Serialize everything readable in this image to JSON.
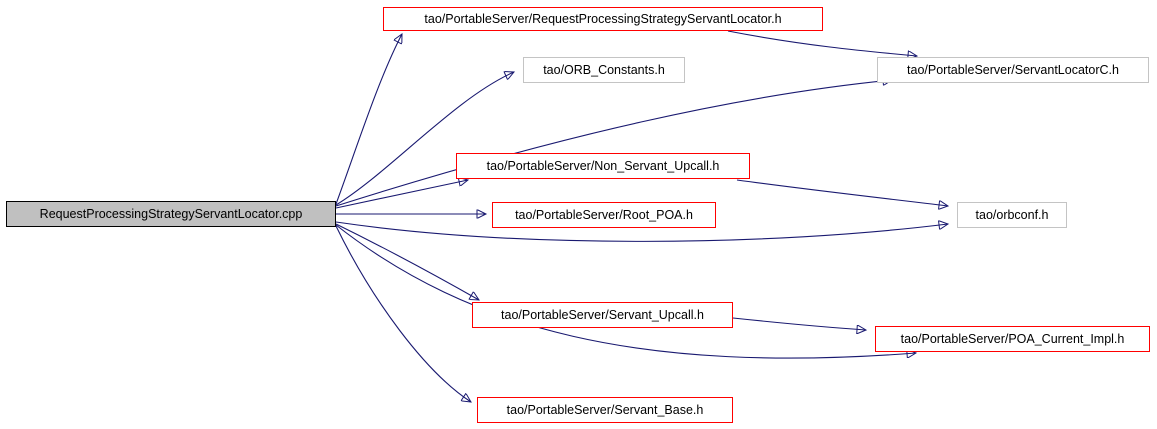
{
  "diagram": {
    "type": "include-dependency-graph",
    "background_color": "#ffffff",
    "edge_color": "#191970",
    "node_colors": {
      "main_fill": "#c0c0c0",
      "main_border": "#000000",
      "truncated_border": "#ff0000",
      "plain_border": "#c4c4c4",
      "node_fill": "#ffffff",
      "text": "#000000"
    },
    "nodes": {
      "main_cpp": {
        "label": "RequestProcessingStrategyServantLocator.cpp"
      },
      "rps_servant_locator_h": {
        "label": "tao/PortableServer/RequestProcessingStrategyServantLocator.h"
      },
      "orb_constants_h": {
        "label": "tao/ORB_Constants.h"
      },
      "servant_locator_c_h": {
        "label": "tao/PortableServer/ServantLocatorC.h"
      },
      "non_servant_upcall_h": {
        "label": "tao/PortableServer/Non_Servant_Upcall.h"
      },
      "root_poa_h": {
        "label": "tao/PortableServer/Root_POA.h"
      },
      "orbconf_h": {
        "label": "tao/orbconf.h"
      },
      "servant_upcall_h": {
        "label": "tao/PortableServer/Servant_Upcall.h"
      },
      "poa_current_impl_h": {
        "label": "tao/PortableServer/POA_Current_Impl.h"
      },
      "servant_base_h": {
        "label": "tao/PortableServer/Servant_Base.h"
      }
    },
    "edges": [
      {
        "from": "main_cpp",
        "to": "rps_servant_locator_h"
      },
      {
        "from": "main_cpp",
        "to": "orb_constants_h"
      },
      {
        "from": "main_cpp",
        "to": "servant_locator_c_h"
      },
      {
        "from": "main_cpp",
        "to": "non_servant_upcall_h"
      },
      {
        "from": "main_cpp",
        "to": "root_poa_h"
      },
      {
        "from": "main_cpp",
        "to": "orbconf_h"
      },
      {
        "from": "main_cpp",
        "to": "servant_upcall_h"
      },
      {
        "from": "main_cpp",
        "to": "poa_current_impl_h"
      },
      {
        "from": "main_cpp",
        "to": "servant_base_h"
      },
      {
        "from": "rps_servant_locator_h",
        "to": "servant_locator_c_h"
      },
      {
        "from": "non_servant_upcall_h",
        "to": "orbconf_h"
      },
      {
        "from": "servant_upcall_h",
        "to": "poa_current_impl_h"
      }
    ]
  }
}
